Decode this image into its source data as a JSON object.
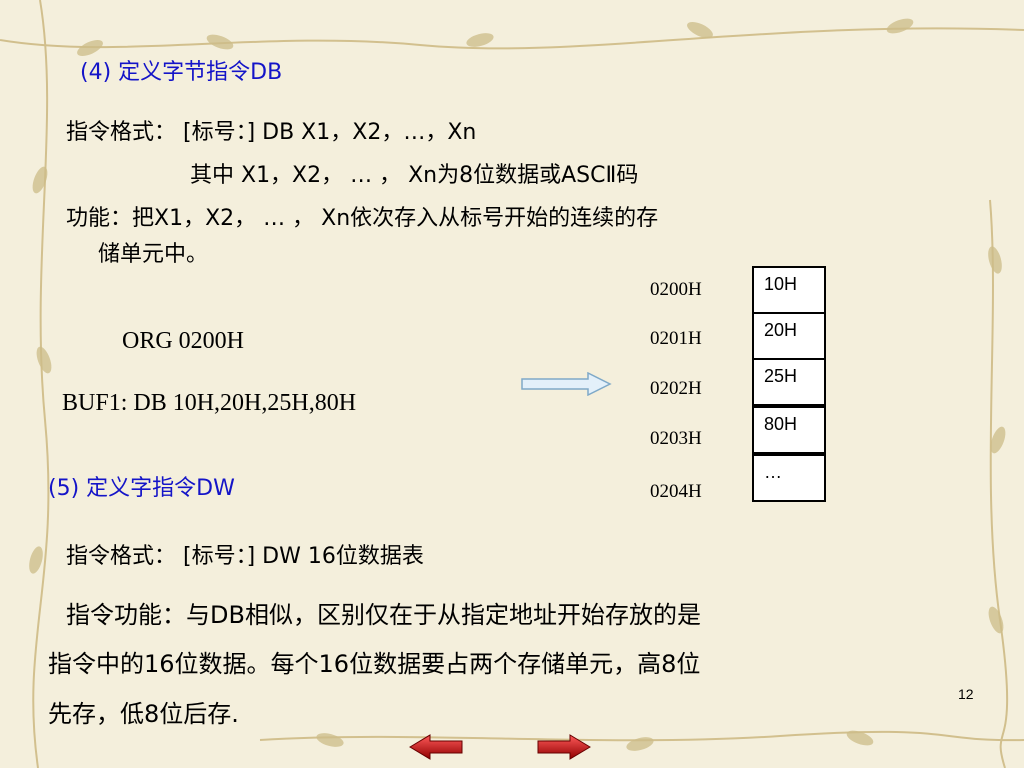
{
  "slide": {
    "heading_db": "(4)  定义字节指令DB",
    "format_db": "指令格式：  [标号：] DB  X1，X2，…，Xn",
    "where_db": "其中 X1，X2， … ， Xn为8位数据或ASCⅡ码",
    "function_db_line1": "功能：把X1，X2， … ， Xn依次存入从标号开始的连续的存",
    "function_db_line2": "储单元中。",
    "code_org": "ORG   0200H",
    "code_buf": "BUF1:  DB 10H,20H,25H,80H",
    "memory": {
      "addresses": [
        "0200H",
        "0201H",
        "0202H",
        "0203H",
        "0204H"
      ],
      "values": [
        "10H",
        "20H",
        "25H",
        "80H",
        "…"
      ]
    },
    "heading_dw": "(5) 定义字指令DW",
    "format_dw": "指令格式：  [标号：]  DW  16位数据表",
    "function_dw_line1": "指令功能：与DB相似，区别仅在于从指定地址开始存放的是",
    "function_dw_line2": "指令中的16位数据。每个16位数据要占两个存储单元，高8位",
    "function_dw_line3": "先存，低8位后存.",
    "page_number": "12"
  },
  "colors": {
    "heading": "#1414c8",
    "background": "#f4efdc",
    "arrow": "#cfe6f5",
    "nav": "#c00000"
  },
  "icons": [
    "right-arrow-icon",
    "prev-arrow-icon",
    "next-arrow-icon",
    "vine-decoration"
  ]
}
